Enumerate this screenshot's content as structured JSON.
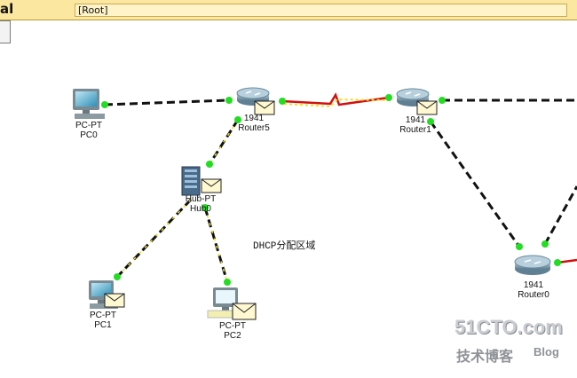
{
  "window": {
    "title": "al",
    "breadcrumb": "[Root]"
  },
  "zone_label": "DHCP分配区域",
  "devices": {
    "pc0": {
      "type": "PC-PT",
      "name": "PC0"
    },
    "pc1": {
      "type": "PC-PT",
      "name": "PC1"
    },
    "pc2": {
      "type": "PC-PT",
      "name": "PC2"
    },
    "router5": {
      "model": "1941",
      "name": "Router5"
    },
    "router1": {
      "model": "1941",
      "name": "Router1"
    },
    "router0": {
      "model": "1941",
      "name": "Router0"
    },
    "hub0": {
      "type": "Hub-PT",
      "name": "Hub0"
    }
  },
  "watermark": {
    "site": "51CTO.com",
    "sub": "技术博客",
    "blog": "Blog"
  },
  "colors": {
    "link": "#111111",
    "serial": "#d01010",
    "port_up": "#22dd22",
    "highlight": "#f0e020"
  }
}
